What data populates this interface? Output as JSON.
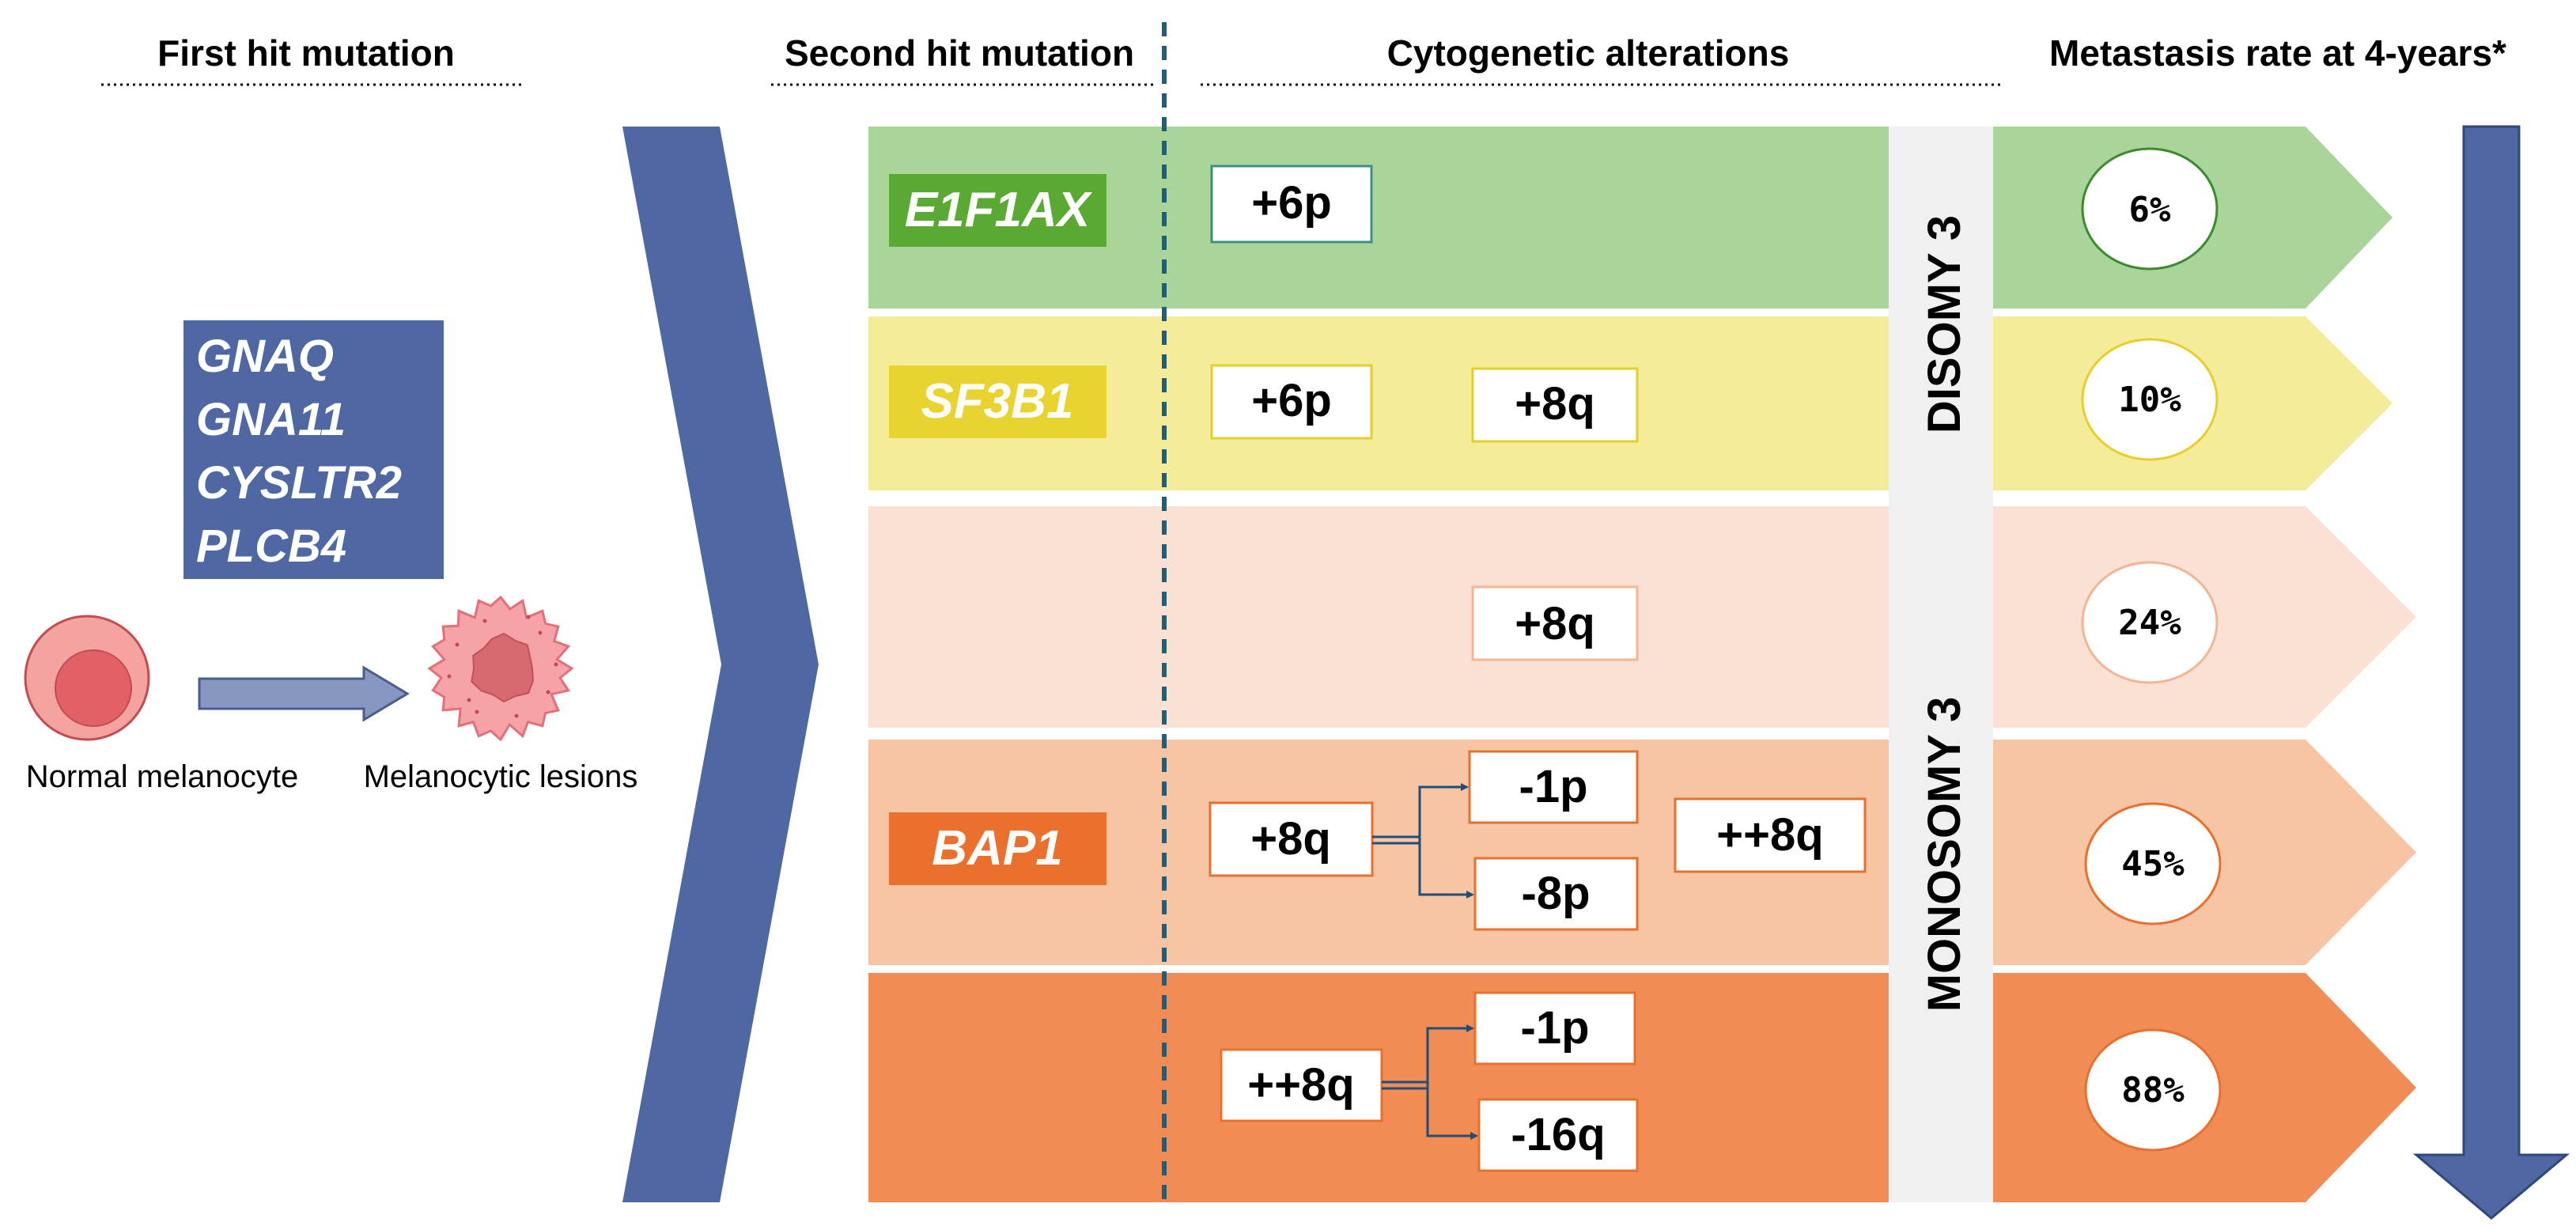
{
  "headers": {
    "first_hit": "First hit mutation",
    "second_hit": "Second hit mutation",
    "cytogenetic": "Cytogenetic alterations",
    "metastasis": "Metastasis rate at 4-years*"
  },
  "first_hit_genes": [
    "GNAQ",
    "GNA11",
    "CYSLTR2",
    "PLCB4"
  ],
  "cells": {
    "normal_label": "Normal melanocyte",
    "lesion_label": "Melanocytic lesions"
  },
  "chromosome3": {
    "disomy": "DISOMY 3",
    "monosomy": "MONOSOMY 3"
  },
  "rows": [
    {
      "gene": "E1F1AX",
      "gene_color": "#5aa933",
      "band_color": "#a9d59a",
      "box_border": "#3f8f86",
      "rate": "6%",
      "rate_border": "#3d8a2f",
      "alterations": [
        "+6p"
      ]
    },
    {
      "gene": "SF3B1",
      "gene_color": "#e8d32f",
      "band_color": "#f4ec99",
      "box_border": "#e6cf2a",
      "rate": "10%",
      "rate_border": "#e6cf2a",
      "alterations": [
        "+6p",
        "+8q"
      ]
    },
    {
      "gene": "",
      "band_color": "#fbe1d3",
      "box_border": "#f3b596",
      "rate": "24%",
      "rate_border": "#f3b596",
      "alterations": [
        "+8q"
      ]
    },
    {
      "gene": "BAP1",
      "gene_color": "#eb6f2d",
      "band_color": "#f7c4a4",
      "box_border": "#e8702f",
      "rate": "45%",
      "rate_border": "#e8702f",
      "alterations": [
        "+8q",
        "-1p",
        "-8p",
        "++8q"
      ]
    },
    {
      "gene": "",
      "band_color": "#f28c55",
      "box_border": "#e8702f",
      "rate": "88%",
      "rate_border": "#e8702f",
      "alterations": [
        "++8q",
        "-1p",
        "-16q"
      ]
    }
  ],
  "colors": {
    "navy": "#4f67a3",
    "gray_band": "#f0f0f0",
    "dashed_line": "#1f5f7a"
  }
}
